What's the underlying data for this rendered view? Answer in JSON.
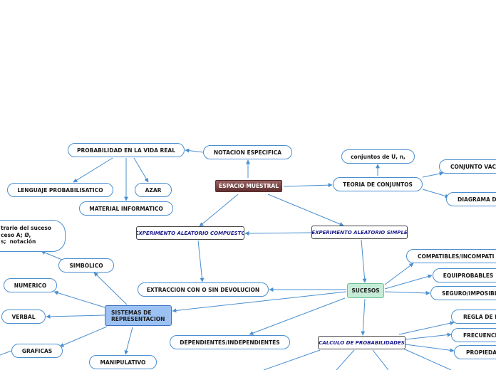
{
  "colors": {
    "edge": "#4a8fd0",
    "node_border": "#4a8fd0",
    "center_fill": "#7a4545",
    "sucesos_fill": "#c6ecd8",
    "sistemas_fill": "#9cc2f4"
  },
  "nodes": {
    "espacio_muestral": "ESPACIO MUESTRAL",
    "notacion_especifica": "NOTACION ESPECIFICA",
    "probabilidad_vida_real": "PROBABILIDAD EN LA VIDA REAL",
    "lenguaje_probabilistico": "LENGUAJE PROBABILISATICO",
    "azar": "AZAR",
    "material_informatico": "MATERIAL INFORMATICO",
    "teoria_conjuntos": "TEORIA DE CONJUNTOS",
    "conjuntos_u": "conjuntos de U, n,",
    "conjunto_vacio": "CONJUNTO VACI",
    "diagrama": "DIAGRAMA D",
    "experimento_compuesto": "EXPERIMENTO ALEATORIO COMPUESTO",
    "experimento_simple": "EXPERIMENTO ALEATORIO SIMPLE",
    "contrario_suceso": "trario del suceso\nceso A; Ø,\ns;  notación",
    "simbolico": "SIMBOLICO",
    "numerico": "NUMERICO",
    "verbal": "VERBAL",
    "graficas": "GRAFICAS",
    "manipulativo": "MANIPULATIVO",
    "sistemas_representacion": "SISTEMAS DE REPRESENTACION",
    "extraccion": "EXTRACCION CON O SIN DEVOLUCION",
    "sucesos": "SUCESOS",
    "compatibles": "COMPATIBLES/INCOMPATI",
    "equiprobables": "EQUIPROBABLES",
    "seguro_imposible": "SEGURO/IMPOSIBL",
    "dependientes": "DEPENDIENTES/INDEPENDIENTES",
    "calculo_probabilidades": "CALCULO DE PROBABILIDADES",
    "regla": "REGLA DE L",
    "frecuencia": "FRECUENCIA",
    "propiedades": "PROPIEDA"
  }
}
